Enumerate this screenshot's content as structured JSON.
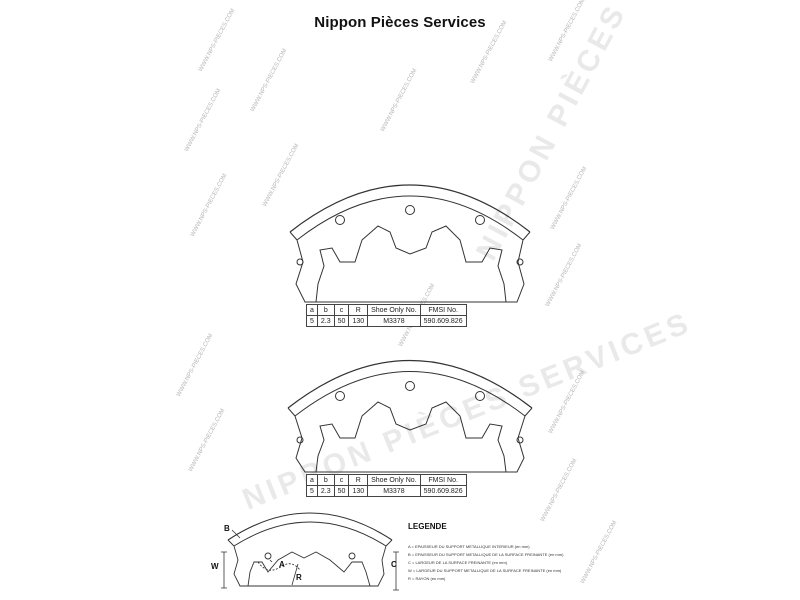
{
  "title": "Nippon Pièces Services",
  "watermark": {
    "big_text": "NIPPON PIÈCES SERVICES",
    "small_text": "WWW.NPS-PIECES.COM"
  },
  "spec_tables": [
    {
      "headers": [
        "a",
        "b",
        "c",
        "R",
        "Shoe Only No.",
        "FMSI No."
      ],
      "row": [
        "5",
        "2.3",
        "50",
        "130",
        "M3378",
        "590.609.826"
      ]
    },
    {
      "headers": [
        "a",
        "b",
        "c",
        "R",
        "Shoe Only No.",
        "FMSI No."
      ],
      "row": [
        "5",
        "2.3",
        "50",
        "130",
        "M3378",
        "590.609.826"
      ]
    }
  ],
  "legend": {
    "title": "LEGENDE",
    "items": [
      "A = EPAISSEUR DU SUPPORT METALLIQUE INTERIEUR (en mm)",
      "B = EPAISSEUR DU SUPPORT METALLIQUE DE LA SURFACE FREINANTE (en mm)",
      "C = LARGEUR DE LA SURFACE FREINANTE (en mm)",
      "W = LARGEUR DU SUPPORT METALLIQUE DE LA SURFACE FREINANTE (en mm)",
      "R = RAYON (en mm)"
    ]
  },
  "diagram_labels": {
    "A": "A",
    "B": "B",
    "C": "C",
    "W": "W",
    "R": "R"
  }
}
